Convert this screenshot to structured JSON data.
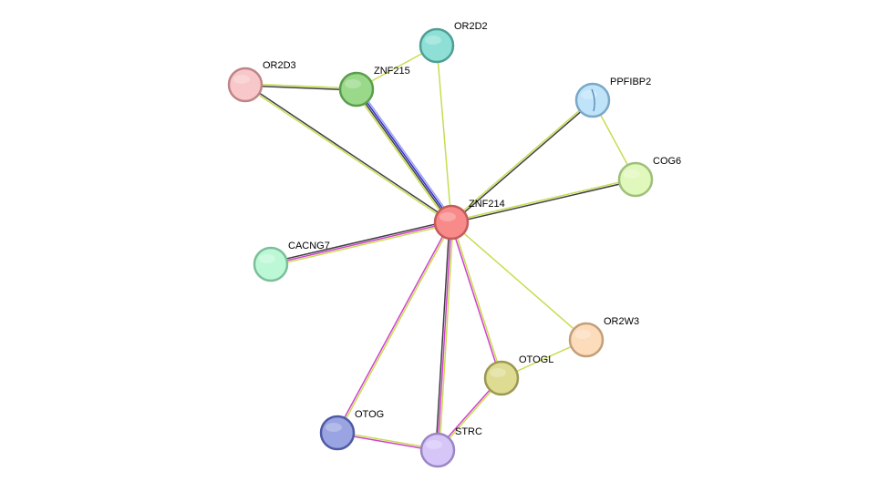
{
  "network": {
    "nodes": [
      {
        "id": "ZNF214",
        "label": "ZNF214",
        "color": "#f88a8a",
        "stroke": "#c45a5a"
      },
      {
        "id": "OR2D2",
        "label": "OR2D2",
        "color": "#8ee0d6",
        "stroke": "#4e9e94"
      },
      {
        "id": "OR2D3",
        "label": "OR2D3",
        "color": "#f7c7c9",
        "stroke": "#c08486"
      },
      {
        "id": "ZNF215",
        "label": "ZNF215",
        "color": "#9ad98a",
        "stroke": "#5a9e4c"
      },
      {
        "id": "PPFIBP2",
        "label": "PPFIBP2",
        "color": "#bfe3f8",
        "stroke": "#7aa8c8",
        "glyph": true
      },
      {
        "id": "COG6",
        "label": "COG6",
        "color": "#e0f8bc",
        "stroke": "#9ebf7a"
      },
      {
        "id": "CACNG7",
        "label": "CACNG7",
        "color": "#bdf8d6",
        "stroke": "#7abf9a"
      },
      {
        "id": "OR2W3",
        "label": "OR2W3",
        "color": "#fddcbc",
        "stroke": "#c49e7a"
      },
      {
        "id": "OTOGL",
        "label": "OTOGL",
        "color": "#dedc92",
        "stroke": "#9a9852"
      },
      {
        "id": "OTOG",
        "label": "OTOG",
        "color": "#9aa4e2",
        "stroke": "#4f5aa4"
      },
      {
        "id": "STRC",
        "label": "STRC",
        "color": "#d6c6f8",
        "stroke": "#9a86c4"
      }
    ],
    "edges": [
      {
        "source": "ZNF214",
        "target": "OR2D2",
        "colors": [
          "#c8dc50"
        ]
      },
      {
        "source": "ZNF214",
        "target": "OR2D3",
        "colors": [
          "#c8dc50",
          "#404040"
        ]
      },
      {
        "source": "ZNF214",
        "target": "ZNF215",
        "colors": [
          "#c8dc50",
          "#404040",
          "#2a2ad0",
          "#a0a0f0"
        ]
      },
      {
        "source": "ZNF214",
        "target": "PPFIBP2",
        "colors": [
          "#c8dc50",
          "#404040"
        ]
      },
      {
        "source": "ZNF214",
        "target": "COG6",
        "colors": [
          "#c8dc50",
          "#404040"
        ]
      },
      {
        "source": "ZNF214",
        "target": "CACNG7",
        "colors": [
          "#c8dc50",
          "#d040d0",
          "#404040"
        ]
      },
      {
        "source": "ZNF214",
        "target": "OR2W3",
        "colors": [
          "#c8dc50"
        ]
      },
      {
        "source": "ZNF214",
        "target": "OTOGL",
        "colors": [
          "#c8dc50",
          "#d040d0"
        ]
      },
      {
        "source": "ZNF214",
        "target": "OTOG",
        "colors": [
          "#c8dc50",
          "#d040d0"
        ]
      },
      {
        "source": "ZNF214",
        "target": "STRC",
        "colors": [
          "#c8dc50",
          "#d040d0",
          "#404040"
        ]
      },
      {
        "source": "OR2D3",
        "target": "ZNF215",
        "colors": [
          "#c8dc50",
          "#404040"
        ]
      },
      {
        "source": "ZNF215",
        "target": "OR2D2",
        "colors": [
          "#c8dc50"
        ]
      },
      {
        "source": "PPFIBP2",
        "target": "COG6",
        "colors": [
          "#c8dc50"
        ]
      },
      {
        "source": "OTOGL",
        "target": "OR2W3",
        "colors": [
          "#c8dc50"
        ]
      },
      {
        "source": "OTOGL",
        "target": "STRC",
        "colors": [
          "#c8dc50",
          "#d040d0"
        ]
      },
      {
        "source": "OTOG",
        "target": "STRC",
        "colors": [
          "#c8dc50",
          "#d040d0"
        ]
      }
    ]
  }
}
